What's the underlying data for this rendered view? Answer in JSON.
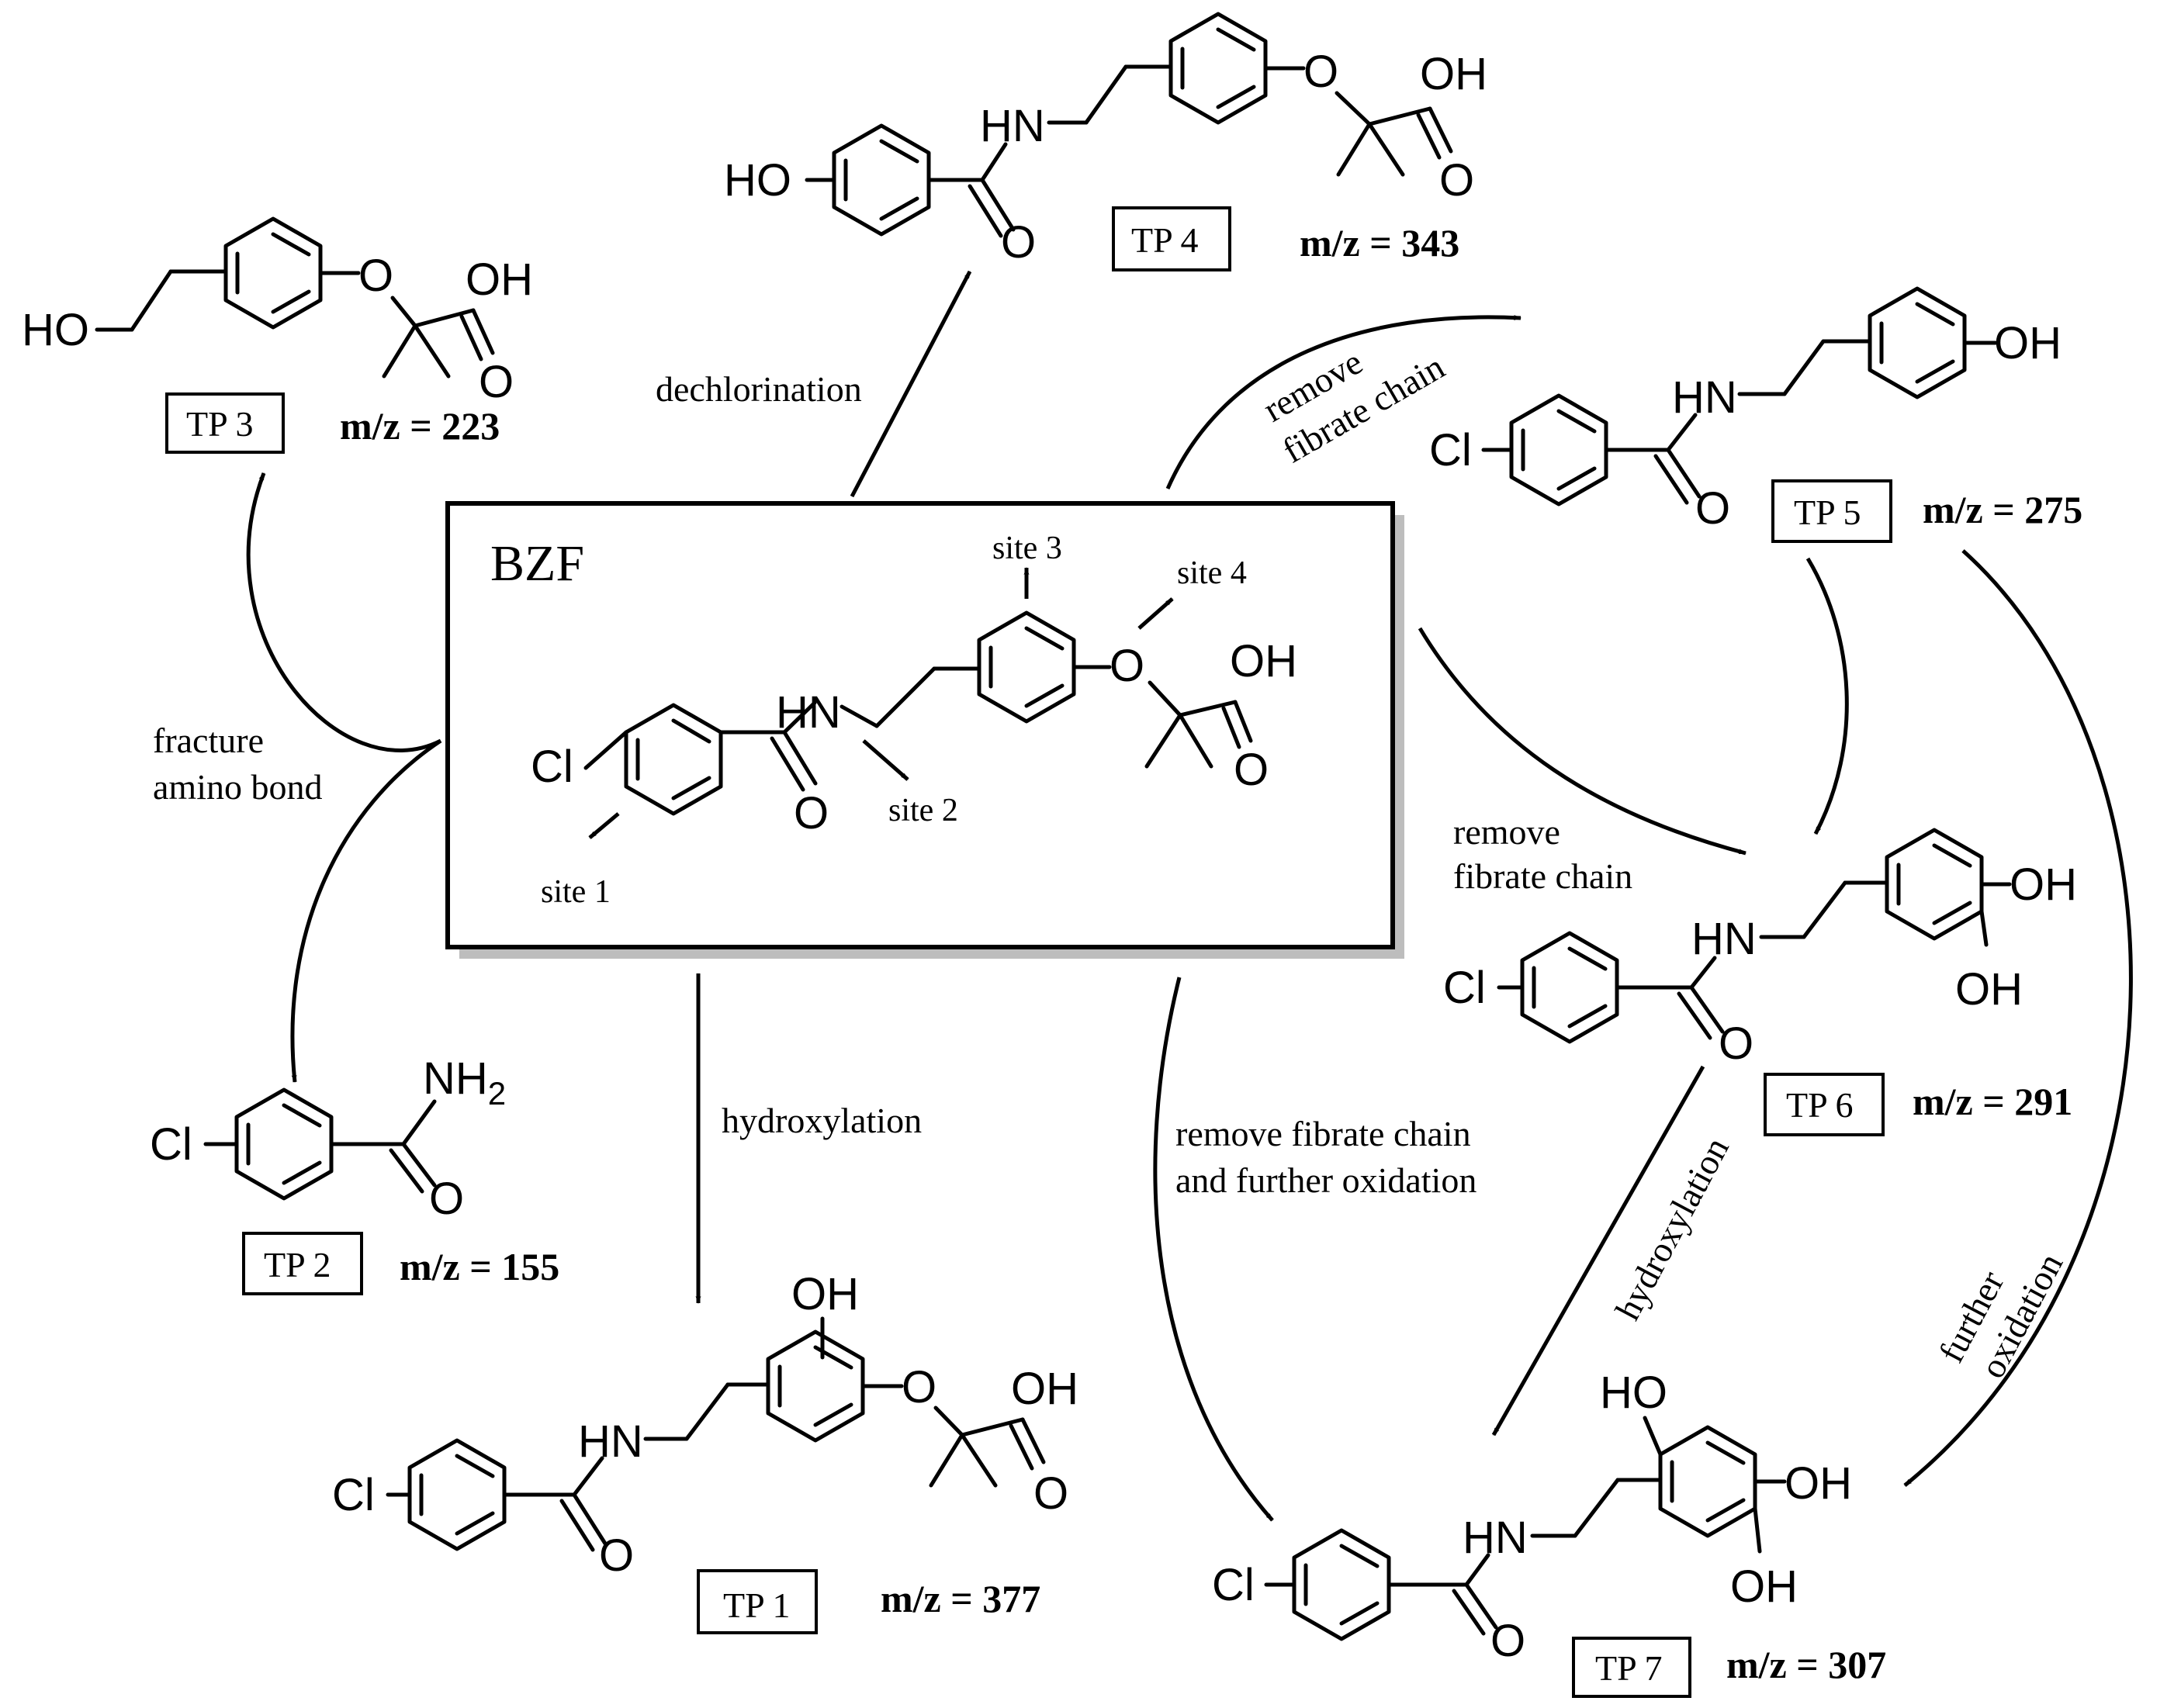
{
  "parent": {
    "name": "BZF",
    "sites": [
      "site 1",
      "site 2",
      "site 3",
      "site 4"
    ]
  },
  "atoms": {
    "cl": "Cl",
    "hn": "HN",
    "o": "O",
    "oh": "OH",
    "ho": "HO",
    "nh2": "NH",
    "nh2_sub": "2"
  },
  "products": [
    {
      "id": "TP 1",
      "mz": "m/z = 377"
    },
    {
      "id": "TP 2",
      "mz": "m/z = 155"
    },
    {
      "id": "TP 3",
      "mz": "m/z = 223"
    },
    {
      "id": "TP 4",
      "mz": "m/z = 343"
    },
    {
      "id": "TP 5",
      "mz": "m/z = 275"
    },
    {
      "id": "TP 6",
      "mz": "m/z = 291"
    },
    {
      "id": "TP 7",
      "mz": "m/z = 307"
    }
  ],
  "reactions": {
    "dechlorination": "dechlorination",
    "fracture": [
      "fracture",
      "amino bond"
    ],
    "hydroxylation": "hydroxylation",
    "remove_fibrate_upper": [
      "remove",
      "fibrate chain"
    ],
    "remove_fibrate_mid": [
      "remove",
      "fibrate chain"
    ],
    "remove_fibrate_oxidation": [
      "remove fibrate chain",
      "and further oxidation"
    ],
    "hydroxylation_tp6": "hydroxylation",
    "further_oxidation": [
      "further",
      "oxidation"
    ]
  }
}
